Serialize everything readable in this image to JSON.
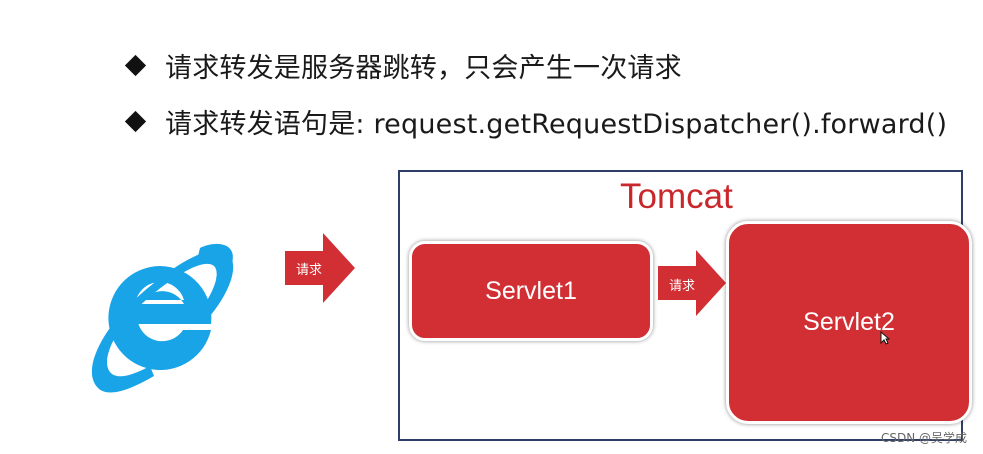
{
  "bullets": [
    {
      "text": "请求转发是服务器跳转，只会产生一次请求"
    },
    {
      "text": "请求转发语句是: request.getRequestDispatcher().forward()"
    }
  ],
  "diagram": {
    "container_label": "Tomcat",
    "servlet1_label": "Servlet1",
    "servlet2_label": "Servlet2",
    "arrow1_label": "请求",
    "arrow2_label": "请求"
  },
  "icons": {
    "browser": "internet-explorer-icon",
    "bullet": "diamond-bullet-icon",
    "pointer": "mouse-cursor-icon"
  },
  "colors": {
    "accent_red": "#d12f34",
    "title_red": "#c8282c",
    "ie_blue": "#1aa4e8",
    "box_border": "#2f3e66"
  },
  "watermark": "CSDN @吴学成"
}
